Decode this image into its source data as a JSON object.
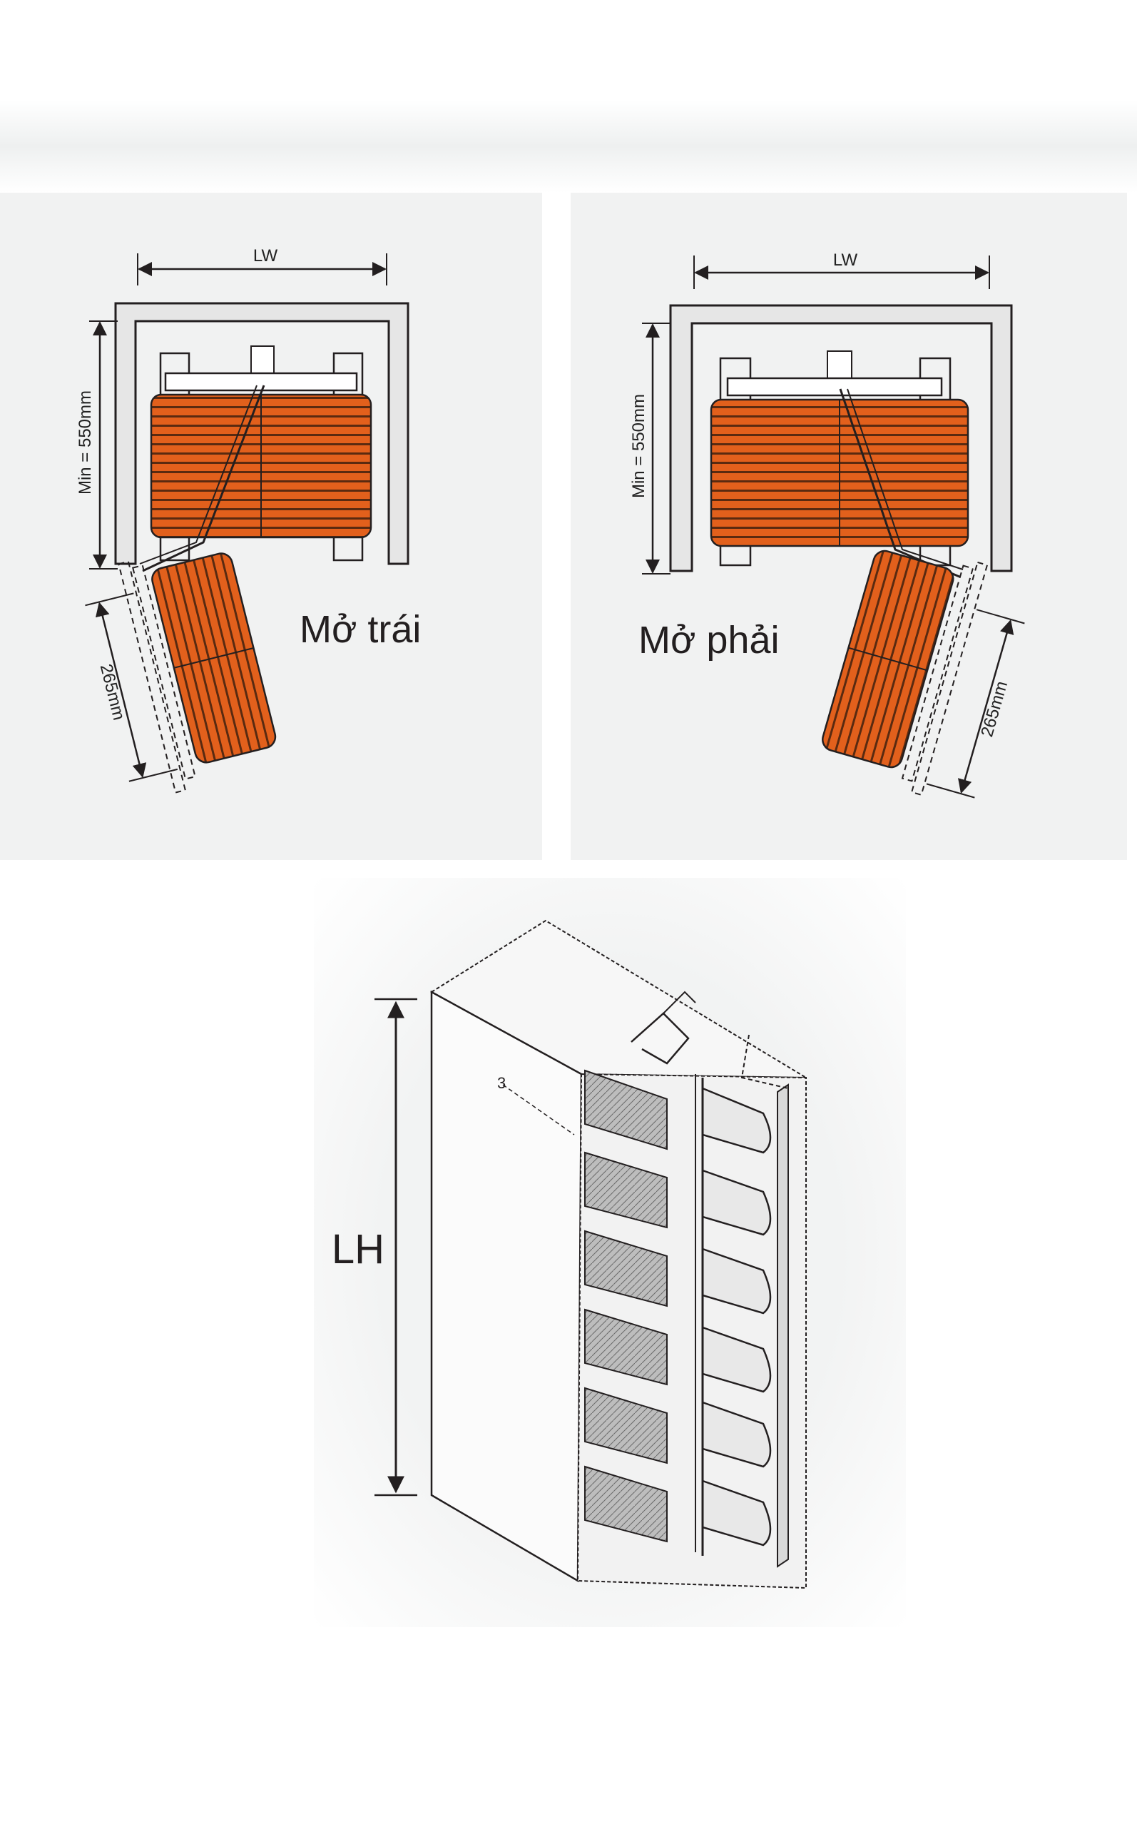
{
  "top_left": {
    "width_label": "LW",
    "depth_label": "Min = 550mm",
    "offset_label": "265mm",
    "caption": "Mở trái"
  },
  "top_right": {
    "width_label": "LW",
    "depth_label": "Min = 550mm",
    "offset_label": "265mm",
    "caption": "Mở phải"
  },
  "bottom": {
    "height_label": "LH",
    "callout_number": "3"
  },
  "colors": {
    "basket_orange": "#e2601c",
    "basket_stripe": "#5a2a10",
    "cabinet_fill": "#e6e6e6",
    "line": "#231f20",
    "panel_bg": "#f1f2f2"
  }
}
